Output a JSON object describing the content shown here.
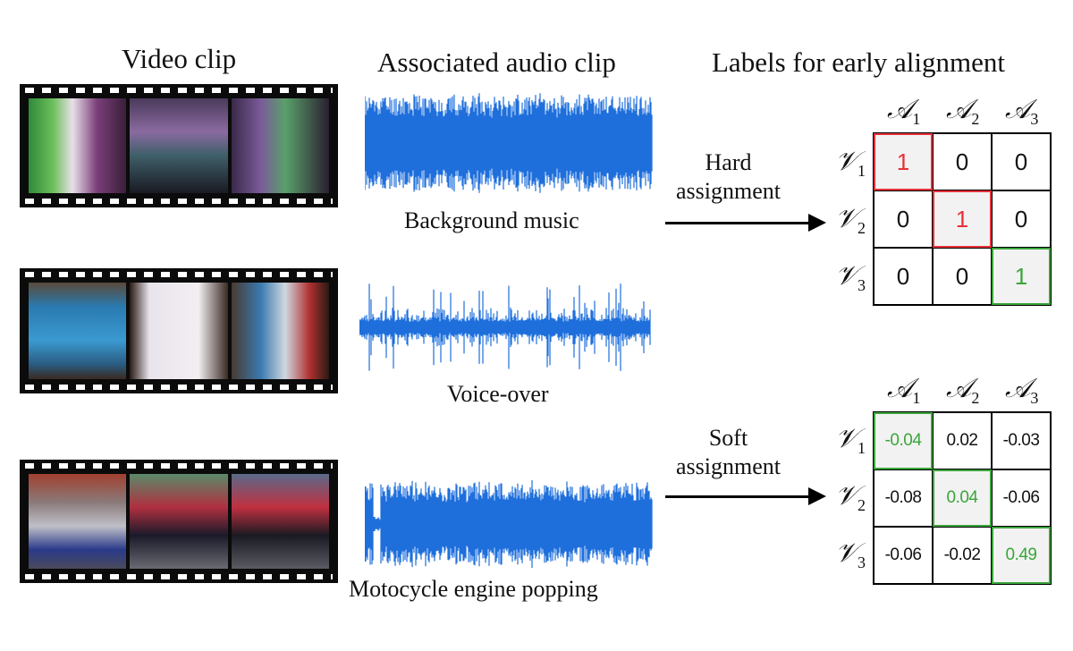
{
  "headers": {
    "video": "Video clip",
    "audio": "Associated audio clip",
    "labels": "Labels for early alignment"
  },
  "audio_captions": [
    "Background music",
    "Voice-over",
    "Motocycle engine popping"
  ],
  "hard": {
    "label_line1": "Hard",
    "label_line2": "assignment",
    "col_base": "𝒜",
    "row_base": "𝒱",
    "col_subs": [
      "1",
      "2",
      "3"
    ],
    "row_subs": [
      "1",
      "2",
      "3"
    ],
    "values": [
      [
        "1",
        "0",
        "0"
      ],
      [
        "0",
        "1",
        "0"
      ],
      [
        "0",
        "0",
        "1"
      ]
    ],
    "highlight_colors": [
      "#e8303a",
      "#e8303a",
      "#3aa53a"
    ]
  },
  "soft": {
    "label_line1": "Soft",
    "label_line2": "assignment",
    "col_base": "𝒜",
    "row_base": "𝒱",
    "col_subs": [
      "1",
      "2",
      "3"
    ],
    "row_subs": [
      "1",
      "2",
      "3"
    ],
    "values": [
      [
        "-0.04",
        "0.02",
        "-0.03"
      ],
      [
        "-0.08",
        "0.04",
        "-0.06"
      ],
      [
        "-0.06",
        "-0.02",
        "0.49"
      ]
    ],
    "highlight_color": "#3aa53a"
  },
  "colors": {
    "waveform": "#1e6fdc",
    "film": "#0b0b0b"
  }
}
